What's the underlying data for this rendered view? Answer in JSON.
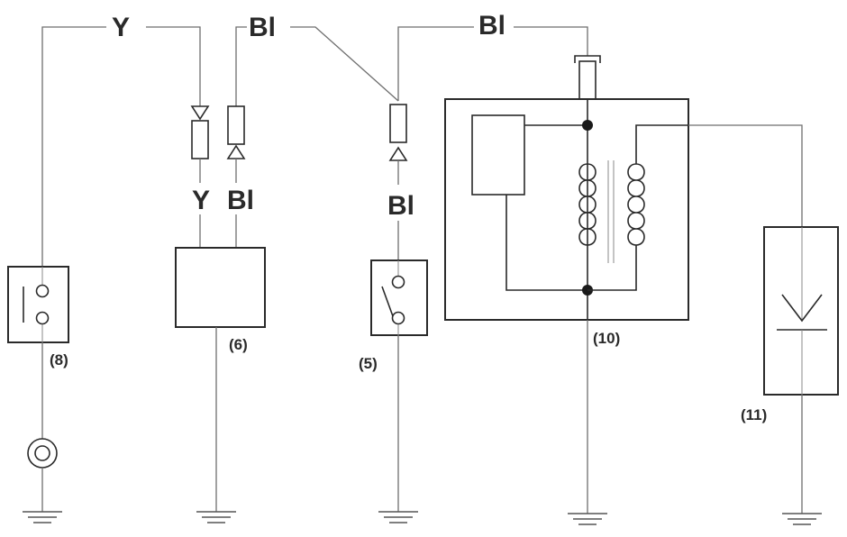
{
  "wire_labels": {
    "y_top": "Y",
    "bl_top_left": "Bl",
    "bl_top_right": "Bl",
    "y_connector": "Y",
    "bl_connector_left": "Bl",
    "bl_connector_mid": "Bl"
  },
  "component_labels": {
    "c8": "(8)",
    "c6": "(6)",
    "c5": "(5)",
    "c10": "(10)",
    "c11": "(11)"
  }
}
